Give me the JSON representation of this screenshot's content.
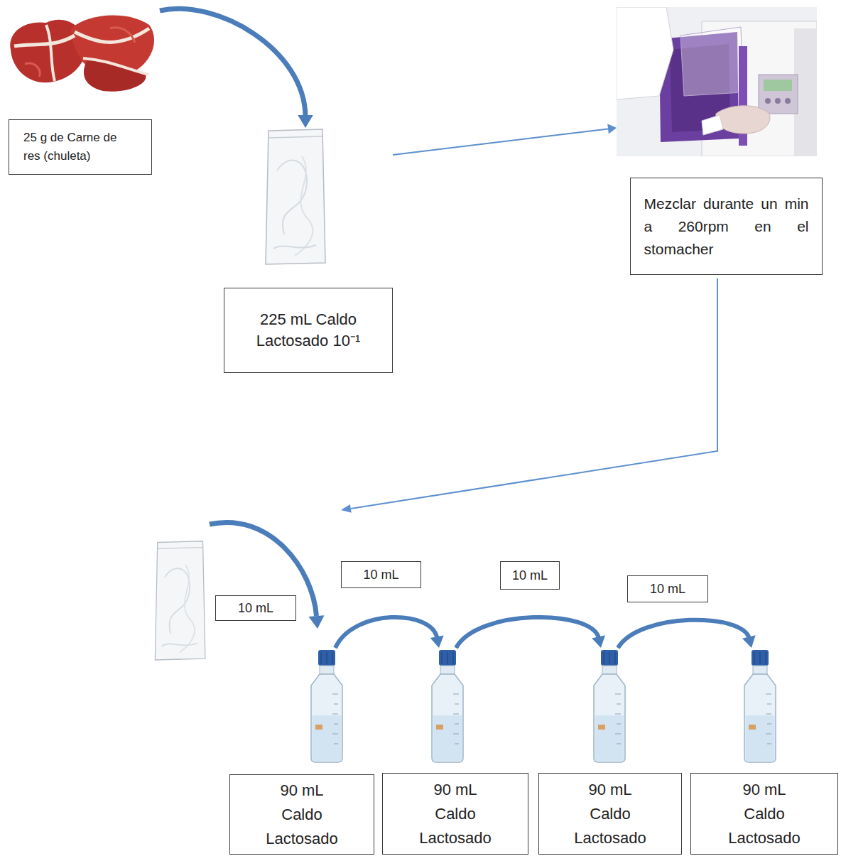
{
  "diagram": {
    "nodes": [
      {
        "text": [
          "25 g de Carne de res (chuleta)"
        ]
      },
      {
        "text": [
          "225 mL Caldo Lactosado 10⁻¹"
        ]
      },
      {
        "text": [
          "Mezclar durante un min a 260rpm en el stomacher"
        ]
      },
      {
        "text": [
          "90 mL Caldo Lactosado"
        ]
      },
      {
        "text": [
          "90 mL Caldo Lactosado"
        ]
      },
      {
        "text": [
          "90 mL Caldo Lactosado"
        ]
      },
      {
        "text": [
          "90 mL Caldo Lactosado"
        ]
      }
    ],
    "edges": [
      {
        "from": 0,
        "to": 1,
        "arrow": "to"
      },
      {
        "from": 1,
        "to": 2,
        "arrow": "to"
      },
      {
        "from": 3,
        "to": 4,
        "label": "10 mL",
        "arrow": "to"
      },
      {
        "from": 4,
        "to": 5,
        "label": "10 mL",
        "arrow": "to"
      },
      {
        "from": 5,
        "to": 6,
        "label": "10 mL",
        "arrow": "to"
      }
    ],
    "labels": [
      "10 mL"
    ]
  }
}
